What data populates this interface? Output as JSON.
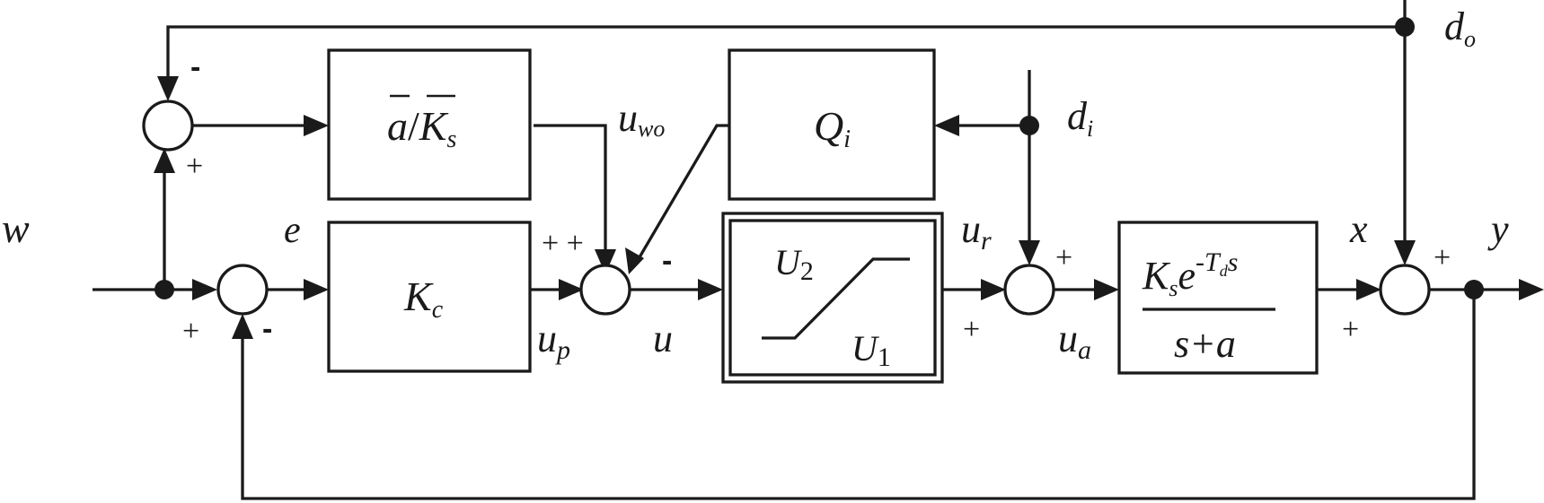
{
  "signals": {
    "w": "w",
    "e": "e",
    "x": "x",
    "y": "y",
    "d": "d",
    "d_sub_o": "o",
    "d_sub_i": "i",
    "u": "u",
    "u_sub_wo": "wo",
    "u_sub_p": "p",
    "u_sub_r": "r",
    "u_sub_a": "a"
  },
  "blocks": {
    "ff": {
      "a": "a",
      "slash": "/",
      "K": "K",
      "sub": "s"
    },
    "kc": {
      "K": "K",
      "sub": "c"
    },
    "qi": {
      "Q": "Q",
      "sub": "i"
    },
    "sat": {
      "u2": "U",
      "u2sub": "2",
      "u1": "U",
      "u1sub": "1"
    },
    "plant": {
      "K": "K",
      "Ksub": "s",
      "e": "e",
      "exp_minus": "-",
      "T": "T",
      "Tsub": "d",
      "exp_s": "s",
      "den": "s+a"
    }
  },
  "signs": {
    "top_minus": "-",
    "top_plus": "+",
    "e_plus": "+",
    "e_minus": "-",
    "u_plus_plus": "+ +",
    "u_minus": "-",
    "ua_plus_top": "+",
    "ua_plus_bottom": "+",
    "y_plus_top": "+",
    "y_plus_bottom": "+"
  }
}
